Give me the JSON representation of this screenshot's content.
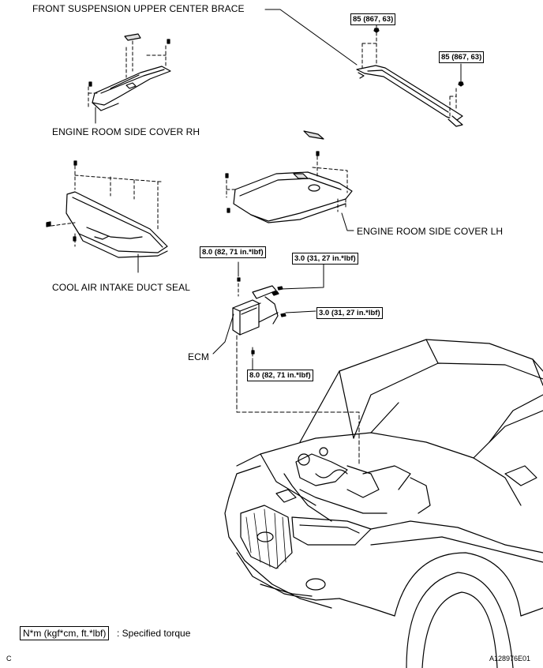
{
  "labels": {
    "brace": "FRONT SUSPENSION UPPER CENTER BRACE",
    "cover_rh": "ENGINE ROOM SIDE COVER RH",
    "cover_lh": "ENGINE ROOM SIDE COVER LH",
    "duct_seal": "COOL AIR INTAKE DUCT SEAL",
    "ecm": "ECM"
  },
  "torques": {
    "brace_left": "85 (867, 63)",
    "brace_right": "85 (867, 63)",
    "ecm_top": "8.0 (82, 71 in.*lbf)",
    "bracket_upper": "3.0 (31, 27 in.*lbf)",
    "bracket_lower": "3.0 (31, 27 in.*lbf)",
    "ecm_bottom": "8.0 (82, 71 in.*lbf)"
  },
  "legend": {
    "unit": "N*m (kgf*cm, ft.*lbf)",
    "text": ": Specified torque"
  },
  "corner": {
    "left": "C",
    "right": "A128976E01"
  }
}
